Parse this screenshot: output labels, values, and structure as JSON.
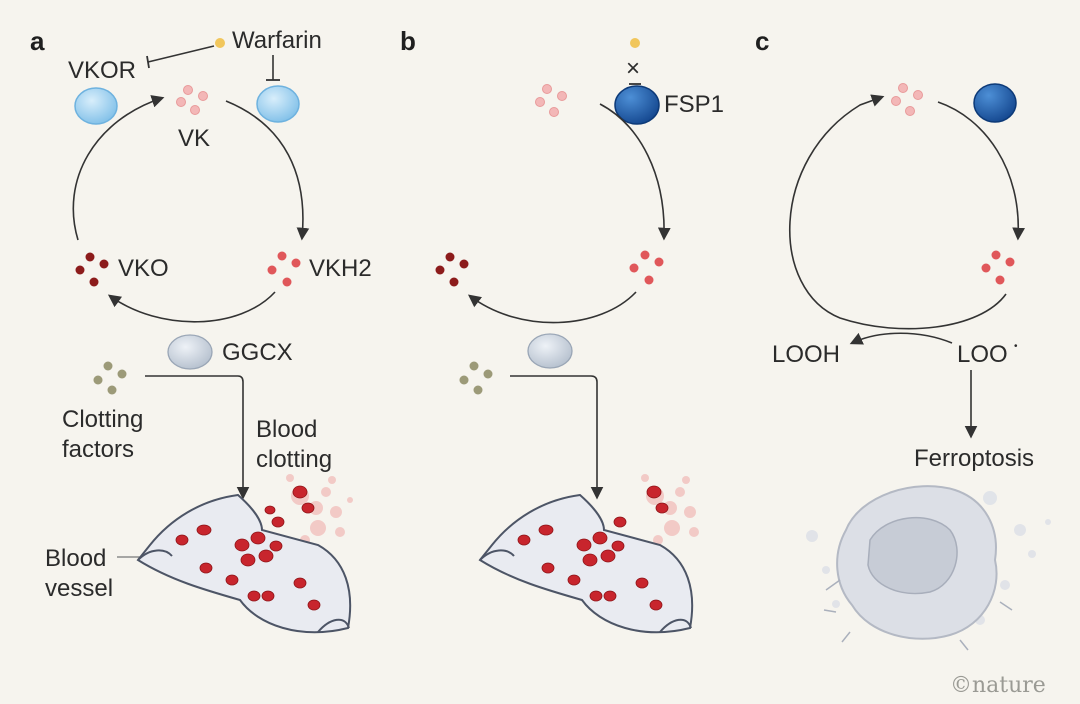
{
  "panels": {
    "a": {
      "letter": "a",
      "warfarin": "Warfarin",
      "vkor": "VKOR",
      "vk": "VK",
      "vko": "VKO",
      "vkh2": "VKH2",
      "ggcx": "GGCX",
      "clotting_factors_line1": "Clotting",
      "clotting_factors_line2": "factors",
      "blood_clotting_line1": "Blood",
      "blood_clotting_line2": "clotting",
      "blood_vessel_line1": "Blood",
      "blood_vessel_line2": "vessel"
    },
    "b": {
      "letter": "b",
      "fsp1": "FSP1",
      "blocked_mark": "×"
    },
    "c": {
      "letter": "c",
      "looh": "LOOH",
      "loo_radical": "LOO",
      "radical_dot": "•",
      "ferroptosis": "Ferroptosis"
    }
  },
  "credit": "©nature",
  "colors": {
    "background": "#f6f4ee",
    "vkor_blue": "#9fd2f1",
    "fsp1_blue": "#1f5aa6",
    "vk_pink": "#f3b7b7",
    "vkh2_red": "#e0575a",
    "vko_darkred": "#8c1b1b",
    "warfarin_yellow": "#f1c65b",
    "clotting_olive": "#9c9a78",
    "ggcx_grey": "#c9d3df",
    "blood_cell_red": "#c8252d",
    "vessel_grey": "#e6e8ee"
  },
  "icons": [
    "vkor-enzyme",
    "fsp1-enzyme",
    "ggcx-enzyme",
    "warfarin-molecule",
    "blood-vessel",
    "red-blood-cells",
    "dying-cell"
  ]
}
